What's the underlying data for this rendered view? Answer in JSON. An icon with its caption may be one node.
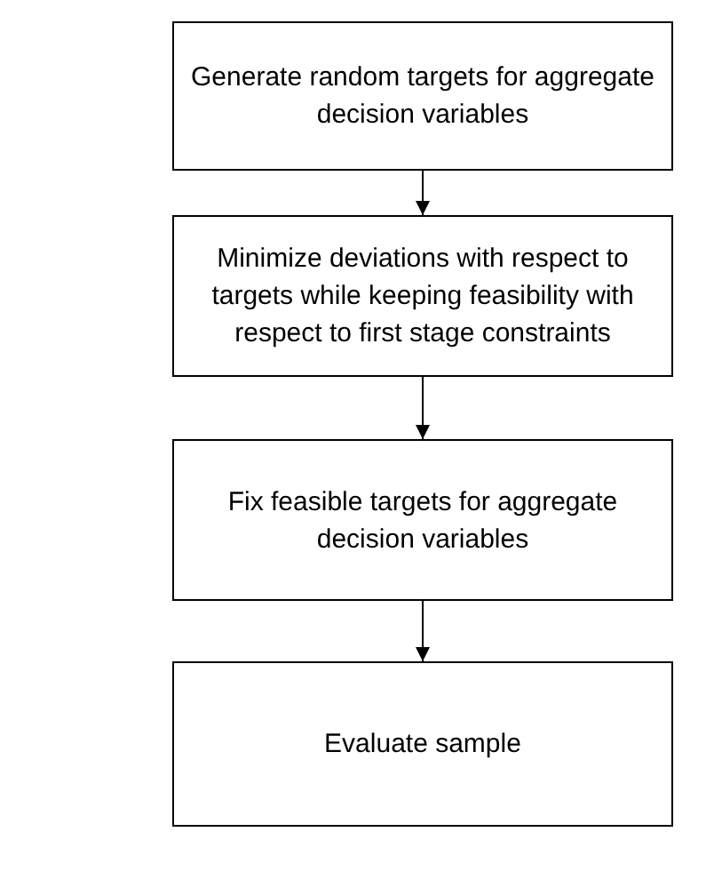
{
  "diagram": {
    "nodes": [
      {
        "text": [
          "Generate random targets for aggregate decision variables"
        ]
      },
      {
        "text": [
          "Minimize deviations with respect to targets while keeping feasibility with respect to first stage constraints"
        ]
      },
      {
        "text": [
          "Fix feasible targets for aggregate decision variables"
        ]
      },
      {
        "text": [
          "Evaluate sample"
        ]
      }
    ],
    "edges": [
      {
        "from": 0,
        "to": 1,
        "arrow": "to"
      },
      {
        "from": 1,
        "to": 2,
        "arrow": "to"
      },
      {
        "from": 2,
        "to": 3,
        "arrow": "to"
      }
    ]
  }
}
